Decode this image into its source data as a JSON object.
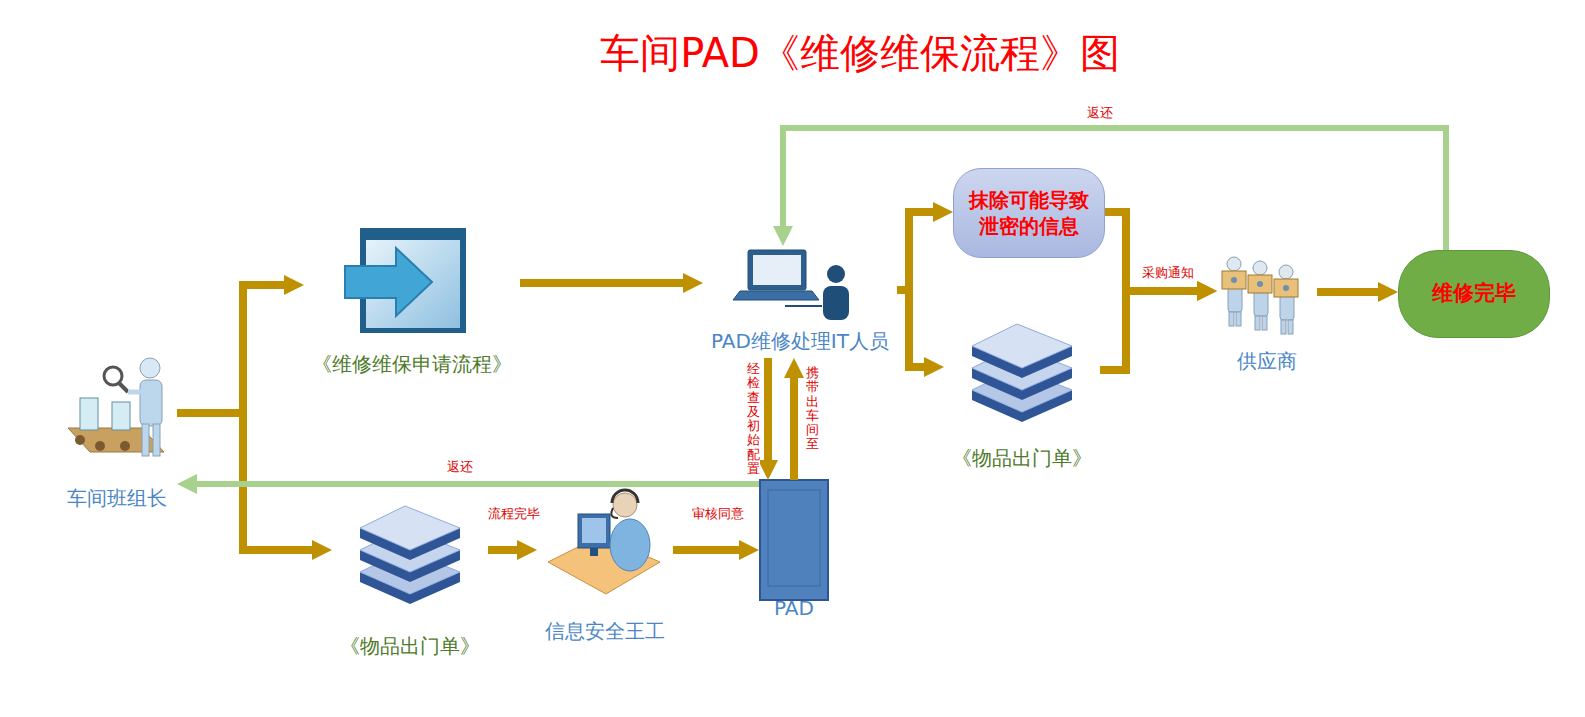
{
  "diagram": {
    "title": "车间PAD《维修维保流程》图",
    "nodes": [
      {
        "text": [
          "车间班组长"
        ]
      },
      {
        "text": [
          "《维修维保申请流程》"
        ]
      },
      {
        "text": [
          "《物品出门单》"
        ]
      },
      {
        "text": [
          "信息安全王工"
        ]
      },
      {
        "text": [
          "PAD"
        ]
      },
      {
        "text": [
          "PAD维修处理IT人员"
        ]
      },
      {
        "text": [
          "抹除可能导致泄密的信息"
        ]
      },
      {
        "text": [
          "《物品出门单》"
        ]
      },
      {
        "text": [
          "供应商"
        ]
      },
      {
        "text": [
          "维修完毕"
        ]
      }
    ],
    "edges": [
      {
        "from": 0,
        "to": 1,
        "arrow": "to"
      },
      {
        "from": 0,
        "to": 2,
        "arrow": "to"
      },
      {
        "from": 1,
        "to": 5,
        "arrow": "to"
      },
      {
        "from": 2,
        "to": 3,
        "label": "流程完毕",
        "arrow": "to"
      },
      {
        "from": 3,
        "to": 4,
        "label": "审核同意",
        "arrow": "to"
      },
      {
        "from": 5,
        "to": 4,
        "label": "经检查及初始配置",
        "arrow": "to"
      },
      {
        "from": 4,
        "to": 5,
        "label": "携带出车间至",
        "arrow": "to"
      },
      {
        "from": 4,
        "to": 0,
        "label": "返还",
        "arrow": "to"
      },
      {
        "from": 5,
        "to": 6,
        "arrow": "to"
      },
      {
        "from": 5,
        "to": 7,
        "arrow": "to"
      },
      {
        "from": 6,
        "to": 8,
        "label": "采购通知",
        "arrow": "to"
      },
      {
        "from": 7,
        "to": 8,
        "arrow": "to"
      },
      {
        "from": 8,
        "to": 9,
        "arrow": "to"
      },
      {
        "from": 9,
        "to": 5,
        "label": "返还",
        "arrow": "to"
      }
    ]
  }
}
